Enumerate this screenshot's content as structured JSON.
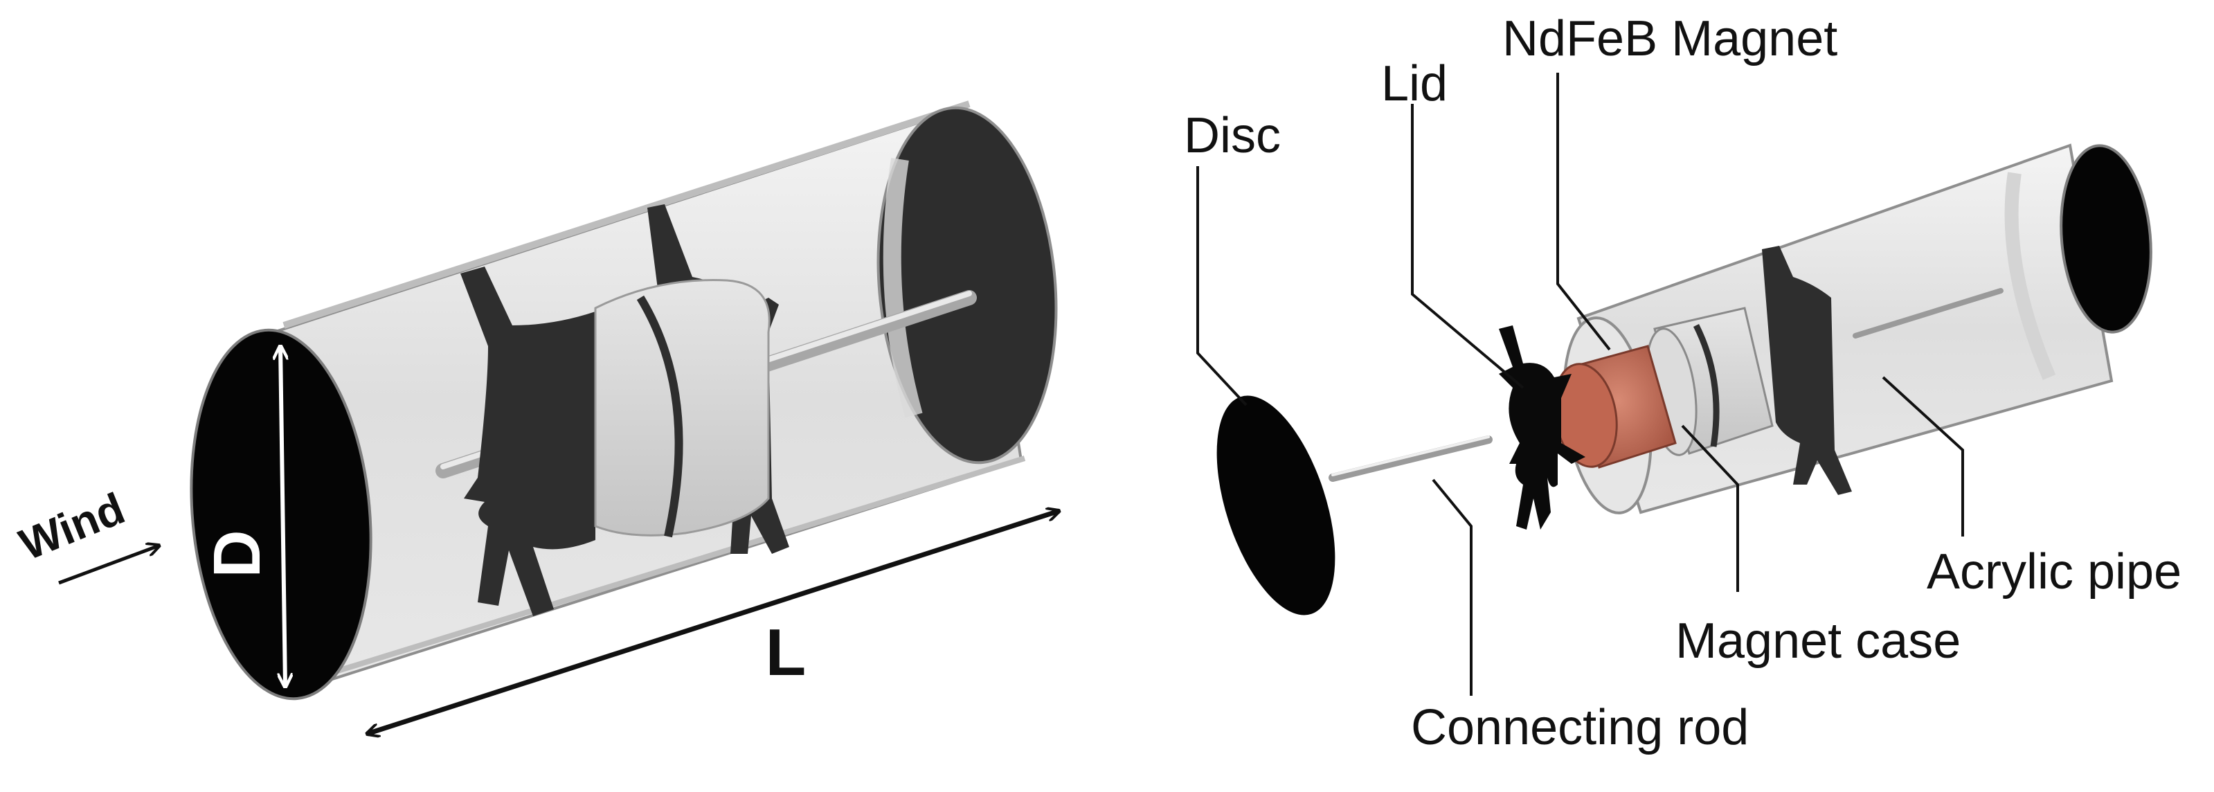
{
  "dimensions": {
    "diameter": "D",
    "length": "L",
    "flow": "Wind"
  },
  "labels": {
    "disc": "Disc",
    "lid": "Lid",
    "magnet": "NdFeB Magnet",
    "magnet_case": "Magnet case",
    "acrylic_pipe": "Acrylic pipe",
    "connecting_rod": "Connecting rod"
  },
  "colors": {
    "pipe_fill": "#e4e4e4",
    "pipe_edge": "#9a9a9a",
    "dark_part": "#2e2e2e",
    "end_cap": "#050505",
    "case_fill": "#d2d2d2",
    "magnet": "#c8735f"
  }
}
